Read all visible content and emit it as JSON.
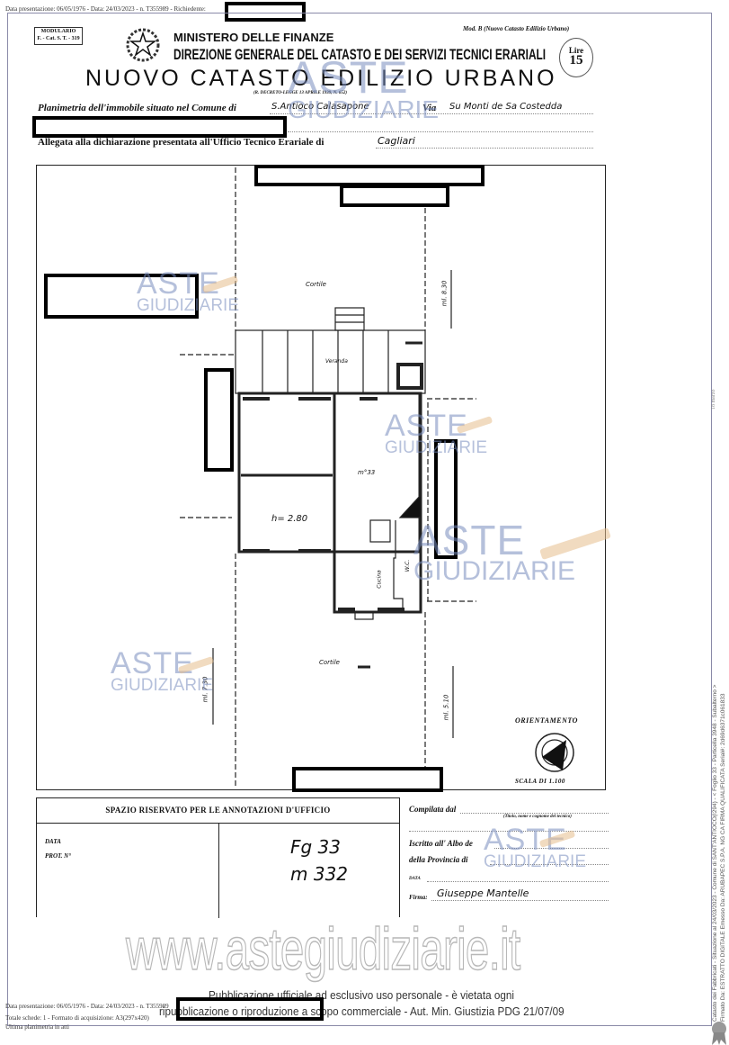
{
  "header_line": "Data presentazione: 06/05/1976 - Data: 24/03/2023 - n. T355989 - Richiedente:",
  "form": {
    "modulario": "MODULARIO",
    "modulario_code": "F. - Cat. S. T. - 319",
    "mod_b": "Mod. B (Nuovo Catasto Edilizio Urbano)",
    "ministry": "MINISTERO DELLE FINANZE",
    "direction": "DIREZIONE GENERALE DEL CATASTO E DEI SERVIZI TECNICI ERARIALI",
    "title": "NUOVO CATASTO EDILIZIO URBANO",
    "decree": "(R. DECRETO-LEGGE 13 APRILE 1939, N. 652)",
    "stamp_lire": "Lire",
    "stamp_value": "15",
    "planimetria_label": "Planimetria dell'immobile situato nel Comune di",
    "comune_value": "S.Antioco Calasapone",
    "via_label": "Via",
    "via_value": "Su Monti de Sa Costedda",
    "allegata_label": "Allegata alla dichiarazione presentata all'Ufficio Tecnico Erariale di",
    "ufficio_value": "Cagliari"
  },
  "plan": {
    "cortile_top": "Cortile",
    "cortile_bottom": "Cortile",
    "veranda": "Veranda",
    "room_number": "m°33",
    "height": "h= 2.80",
    "cucina": "Cucina",
    "wc": "W.C.",
    "dim_top": "ml. 8.30",
    "dim_left": "ml. 7.30",
    "dim_right": "ml. 5.10",
    "orientamento": "ORIENTAMENTO",
    "scala": "SCALA DI 1.100"
  },
  "annotations": {
    "header": "SPAZIO RISERVATO PER LE ANNOTAZIONI D'UFFICIO",
    "data_label": "DATA",
    "prot_label": "PROT. N°",
    "foglio": "Fg 33",
    "mappale": "m 332"
  },
  "compiler": {
    "compilata": "Compilata dal",
    "titolo_hint": "(Titolo, nome e cognome del tecnico)",
    "iscritto": "Iscritto all' Albo de",
    "provincia": "della Provincia di",
    "data": "DATA",
    "firma": "Firma:",
    "firma_value": "Giuseppe Mantelle"
  },
  "watermark": {
    "site": "www.astegiudiziarie.it",
    "aste": "ASTE",
    "giudiziarie": "GIUDIZIARIE",
    "notice_line1": "Pubblicazione ufficiale ad esclusivo uso personale - è vietata ogni",
    "notice_line2": "ripubblicazione o riproduzione a scopo commerciale - Aut. Min. Giustizia PDG 21/07/09"
  },
  "footer": {
    "line1": "Data presentazione: 06/05/1976 - Data: 24/03/2023 - n. T355989",
    "line2": "Totale schede: 1 - Formato di acquisizione: A3(297x420)",
    "line3": "Ultima planimetria in atti"
  },
  "side": {
    "line1": "Catasto dei Fabbricati - Situazione al 24/03/2023 - Comune di SANT'ANTIOCO(I294) - < Foglio 33 - Particella 3948 - Subalterno >",
    "line2": "Firmato Da: ESTRATTO DIGITALE Emesso Da: ARUBAPEC S.P.A. NG CA FIRMA QUALIFICATA Serial#: 2d69d6371c061833",
    "right_mark": "18 marzo"
  }
}
